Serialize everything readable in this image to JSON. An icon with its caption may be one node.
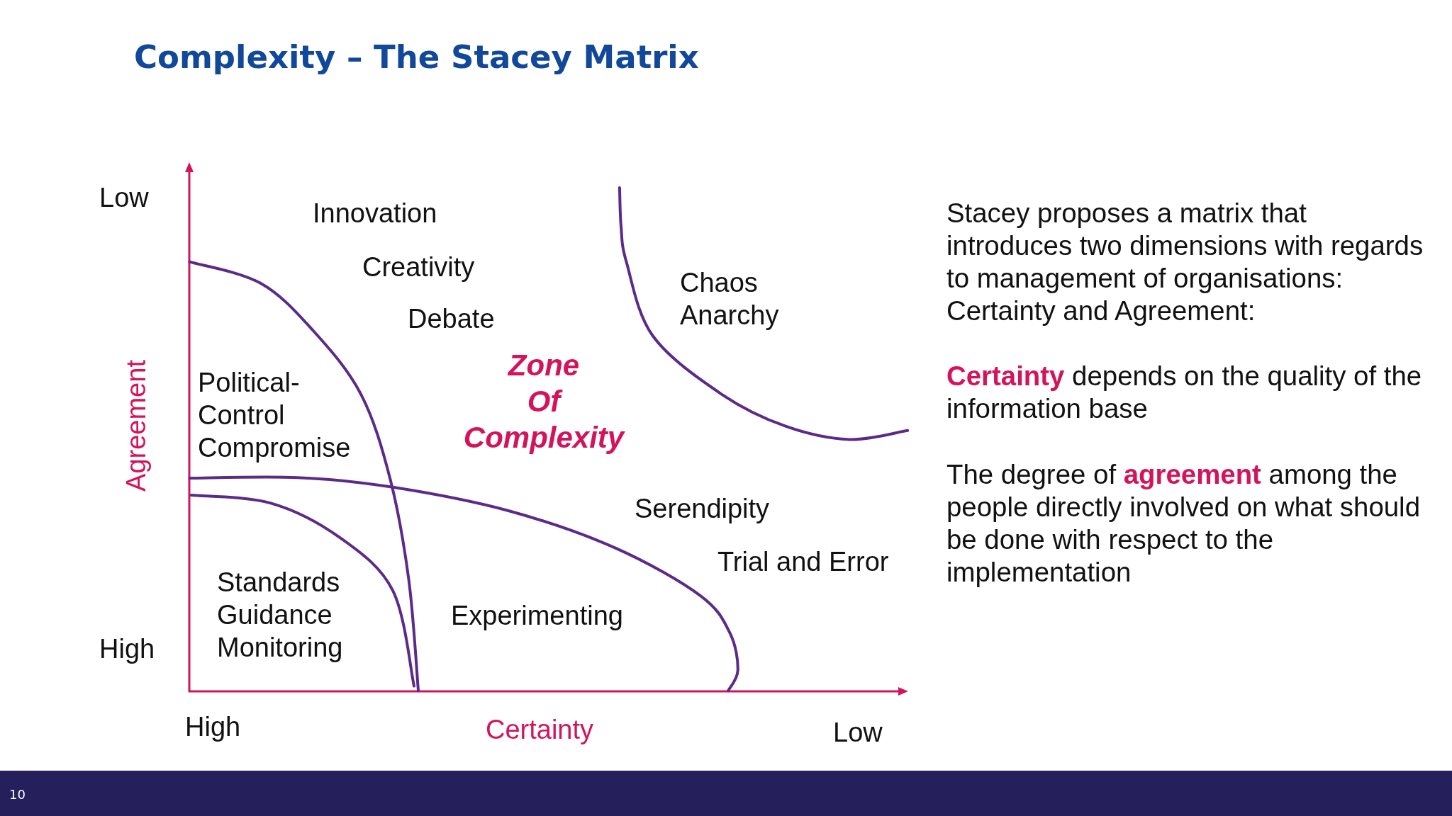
{
  "diagram": {
    "title": "Complexity – The Stacey Matrix",
    "labels": [
      "Low",
      "Innovation",
      "Creativity",
      "Debate",
      "Chaos Anarchy",
      "Agreement",
      "Political-Control Compromise",
      "Zone Of Complexity",
      "Serendipity",
      "Trial and Error",
      "Standards Guidance Monitoring",
      "Experimenting",
      "High",
      "High",
      "Certainty",
      "Low",
      "Stacey proposes a matrix that introduces two dimensions with regards to management of organisations: Certainty and Agreement:",
      "**Certainty** depends on the quality of the information base",
      "The degree of **agreement** among the people directly involved on what should be done with respect to the implementation",
      "10"
    ]
  }
}
